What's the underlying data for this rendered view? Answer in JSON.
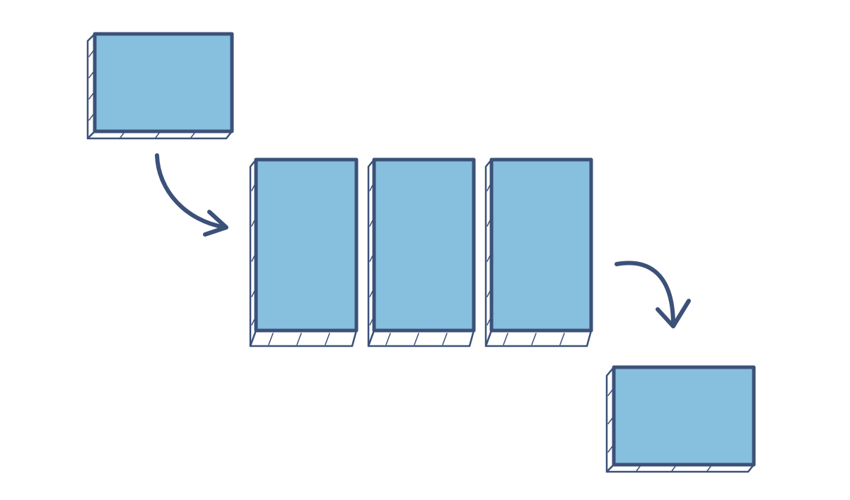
{
  "colors": {
    "background": "#ffffff",
    "block_fill": "#87bfde",
    "outline": "#3c5178",
    "side_fill": "#ffffff"
  },
  "diagram": {
    "blocks": [
      {
        "id": "input-block",
        "icon": "wide-block"
      },
      {
        "id": "middle-block-1",
        "icon": "tall-block"
      },
      {
        "id": "middle-block-2",
        "icon": "tall-block"
      },
      {
        "id": "middle-block-3",
        "icon": "tall-block"
      },
      {
        "id": "output-block",
        "icon": "wide-block"
      }
    ],
    "arrows": [
      {
        "id": "arrow-input-to-middle",
        "icon": "curved-arrow-right-icon"
      },
      {
        "id": "arrow-middle-to-output",
        "icon": "curved-arrow-down-icon"
      }
    ]
  }
}
